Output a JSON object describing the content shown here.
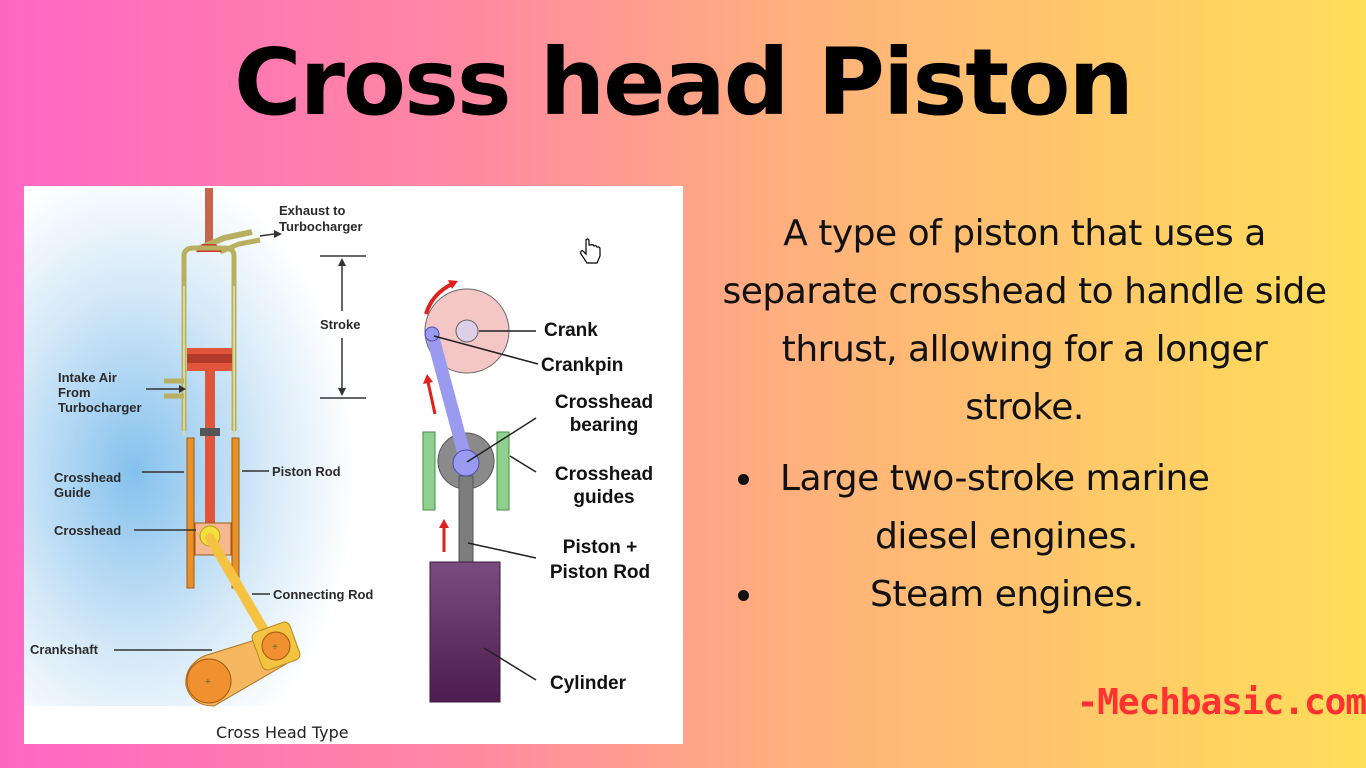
{
  "title": "Cross head Piston",
  "figure": {
    "left_diagram": {
      "labels": {
        "exhaust_line1": "Exhaust to",
        "exhaust_line2": "Turbocharger",
        "stroke": "Stroke",
        "intake_line1": "Intake Air",
        "intake_line2": "From",
        "intake_line3": "Turbocharger",
        "crosshead_guide_line1": "Crosshead",
        "crosshead_guide_line2": "Guide",
        "piston_rod": "Piston Rod",
        "crosshead": "Crosshead",
        "connecting_rod": "Connecting Rod",
        "crankshaft": "Crankshaft"
      },
      "caption": "Cross Head Type"
    },
    "right_diagram": {
      "labels": {
        "crank": "Crank",
        "crankpin": "Crankpin",
        "crosshead_bearing_line1": "Crosshead",
        "crosshead_bearing_line2": "bearing",
        "crosshead_guides_line1": "Crosshead",
        "crosshead_guides_line2": "guides",
        "piston_line1": "Piston +",
        "piston_line2": "Piston Rod",
        "cylinder": "Cylinder"
      }
    },
    "colors": {
      "piston_red": "#e0553a",
      "guide_orange": "#e8902a",
      "crank_yellow": "#f5c342",
      "crank_disc": "#f4c6c6",
      "rod_blue": "#9a9af0",
      "guides_green": "#8fd08f",
      "cylinder_purple": "#5e2a5e",
      "arrow_red": "#e02020"
    }
  },
  "description": {
    "line1": "A type of piston that uses a",
    "line2": "separate crosshead to handle side",
    "line3": "thrust, allowing for a longer",
    "line4": "stroke."
  },
  "bullets": [
    {
      "line1": "Large two-stroke marine",
      "line2": "diesel engines."
    },
    {
      "line1": "Steam engines."
    }
  ],
  "watermark": "-Mechbasic.com",
  "colors": {
    "bg_left": "#ff66c4",
    "bg_right": "#ffde59",
    "watermark": "#ff3131"
  }
}
